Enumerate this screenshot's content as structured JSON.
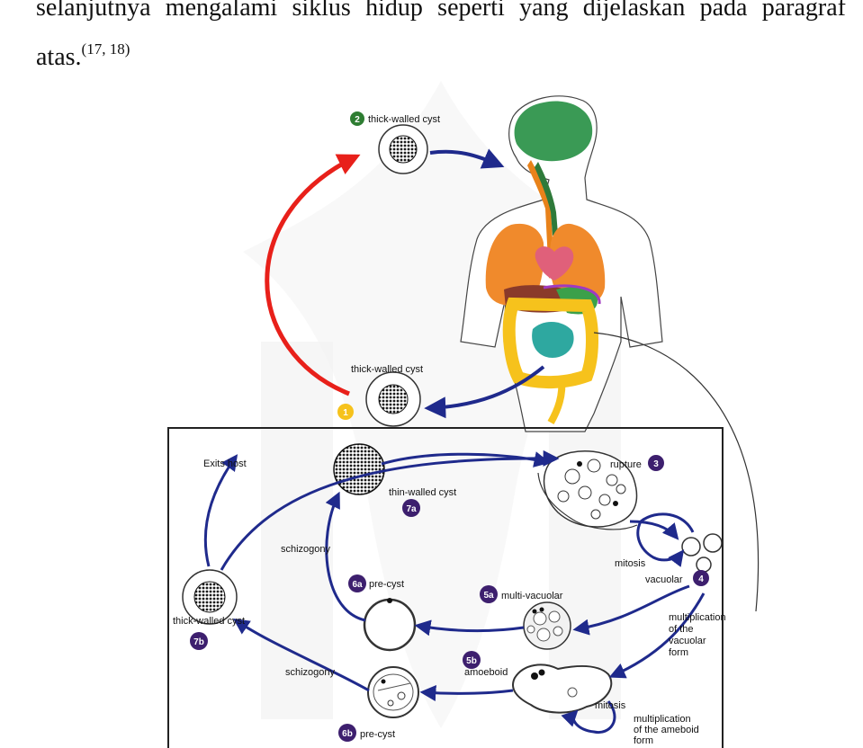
{
  "intro_text": {
    "line1": "selanjutnya mengalami siklus hidup seperti yang dijelaskan pada paragraf",
    "line2": "atas.",
    "citation": "(17, 18)"
  },
  "diagram": {
    "badges": {
      "b1": "1",
      "b2": "2",
      "b3": "3",
      "b4": "4",
      "b5a": "5a",
      "b5b": "5b",
      "b6a": "6a",
      "b6b": "6b",
      "b7a": "7a",
      "b7b": "7b"
    },
    "labels": {
      "thick_walled_cyst_top": "thick-walled cyst",
      "thick_walled_cyst_mid": "thick-walled cyst",
      "exits_host": "Exits host",
      "thin_walled_cyst": "thin-walled cyst",
      "rupture": "rupture",
      "mitosis_1": "mitosis",
      "vacuolar": "vacuolar",
      "schizogony_1": "schizogony",
      "pre_cyst_a": "pre-cyst",
      "multi_vacuolar": "multi-vacuolar",
      "thick_walled_cyst_left": "thick-walled cyst",
      "multiplication_vacuolar": [
        "multiplication",
        "of the",
        "vacuolar",
        "form"
      ],
      "amoeboid": "amoeboid",
      "schizogony_2": "schizogony",
      "pre_cyst_b": "pre-cyst",
      "mitosis_2": "mitosis",
      "multiplication_amoeboid": [
        "multiplication",
        "of the ameboid",
        "form"
      ]
    },
    "colors": {
      "blue_arrow": "#1f2a8c",
      "red_arrow": "#e8201a",
      "badge_green": "#2e7d32",
      "badge_yellow": "#f6c21c",
      "badge_purple": "#3d1f6e"
    }
  }
}
